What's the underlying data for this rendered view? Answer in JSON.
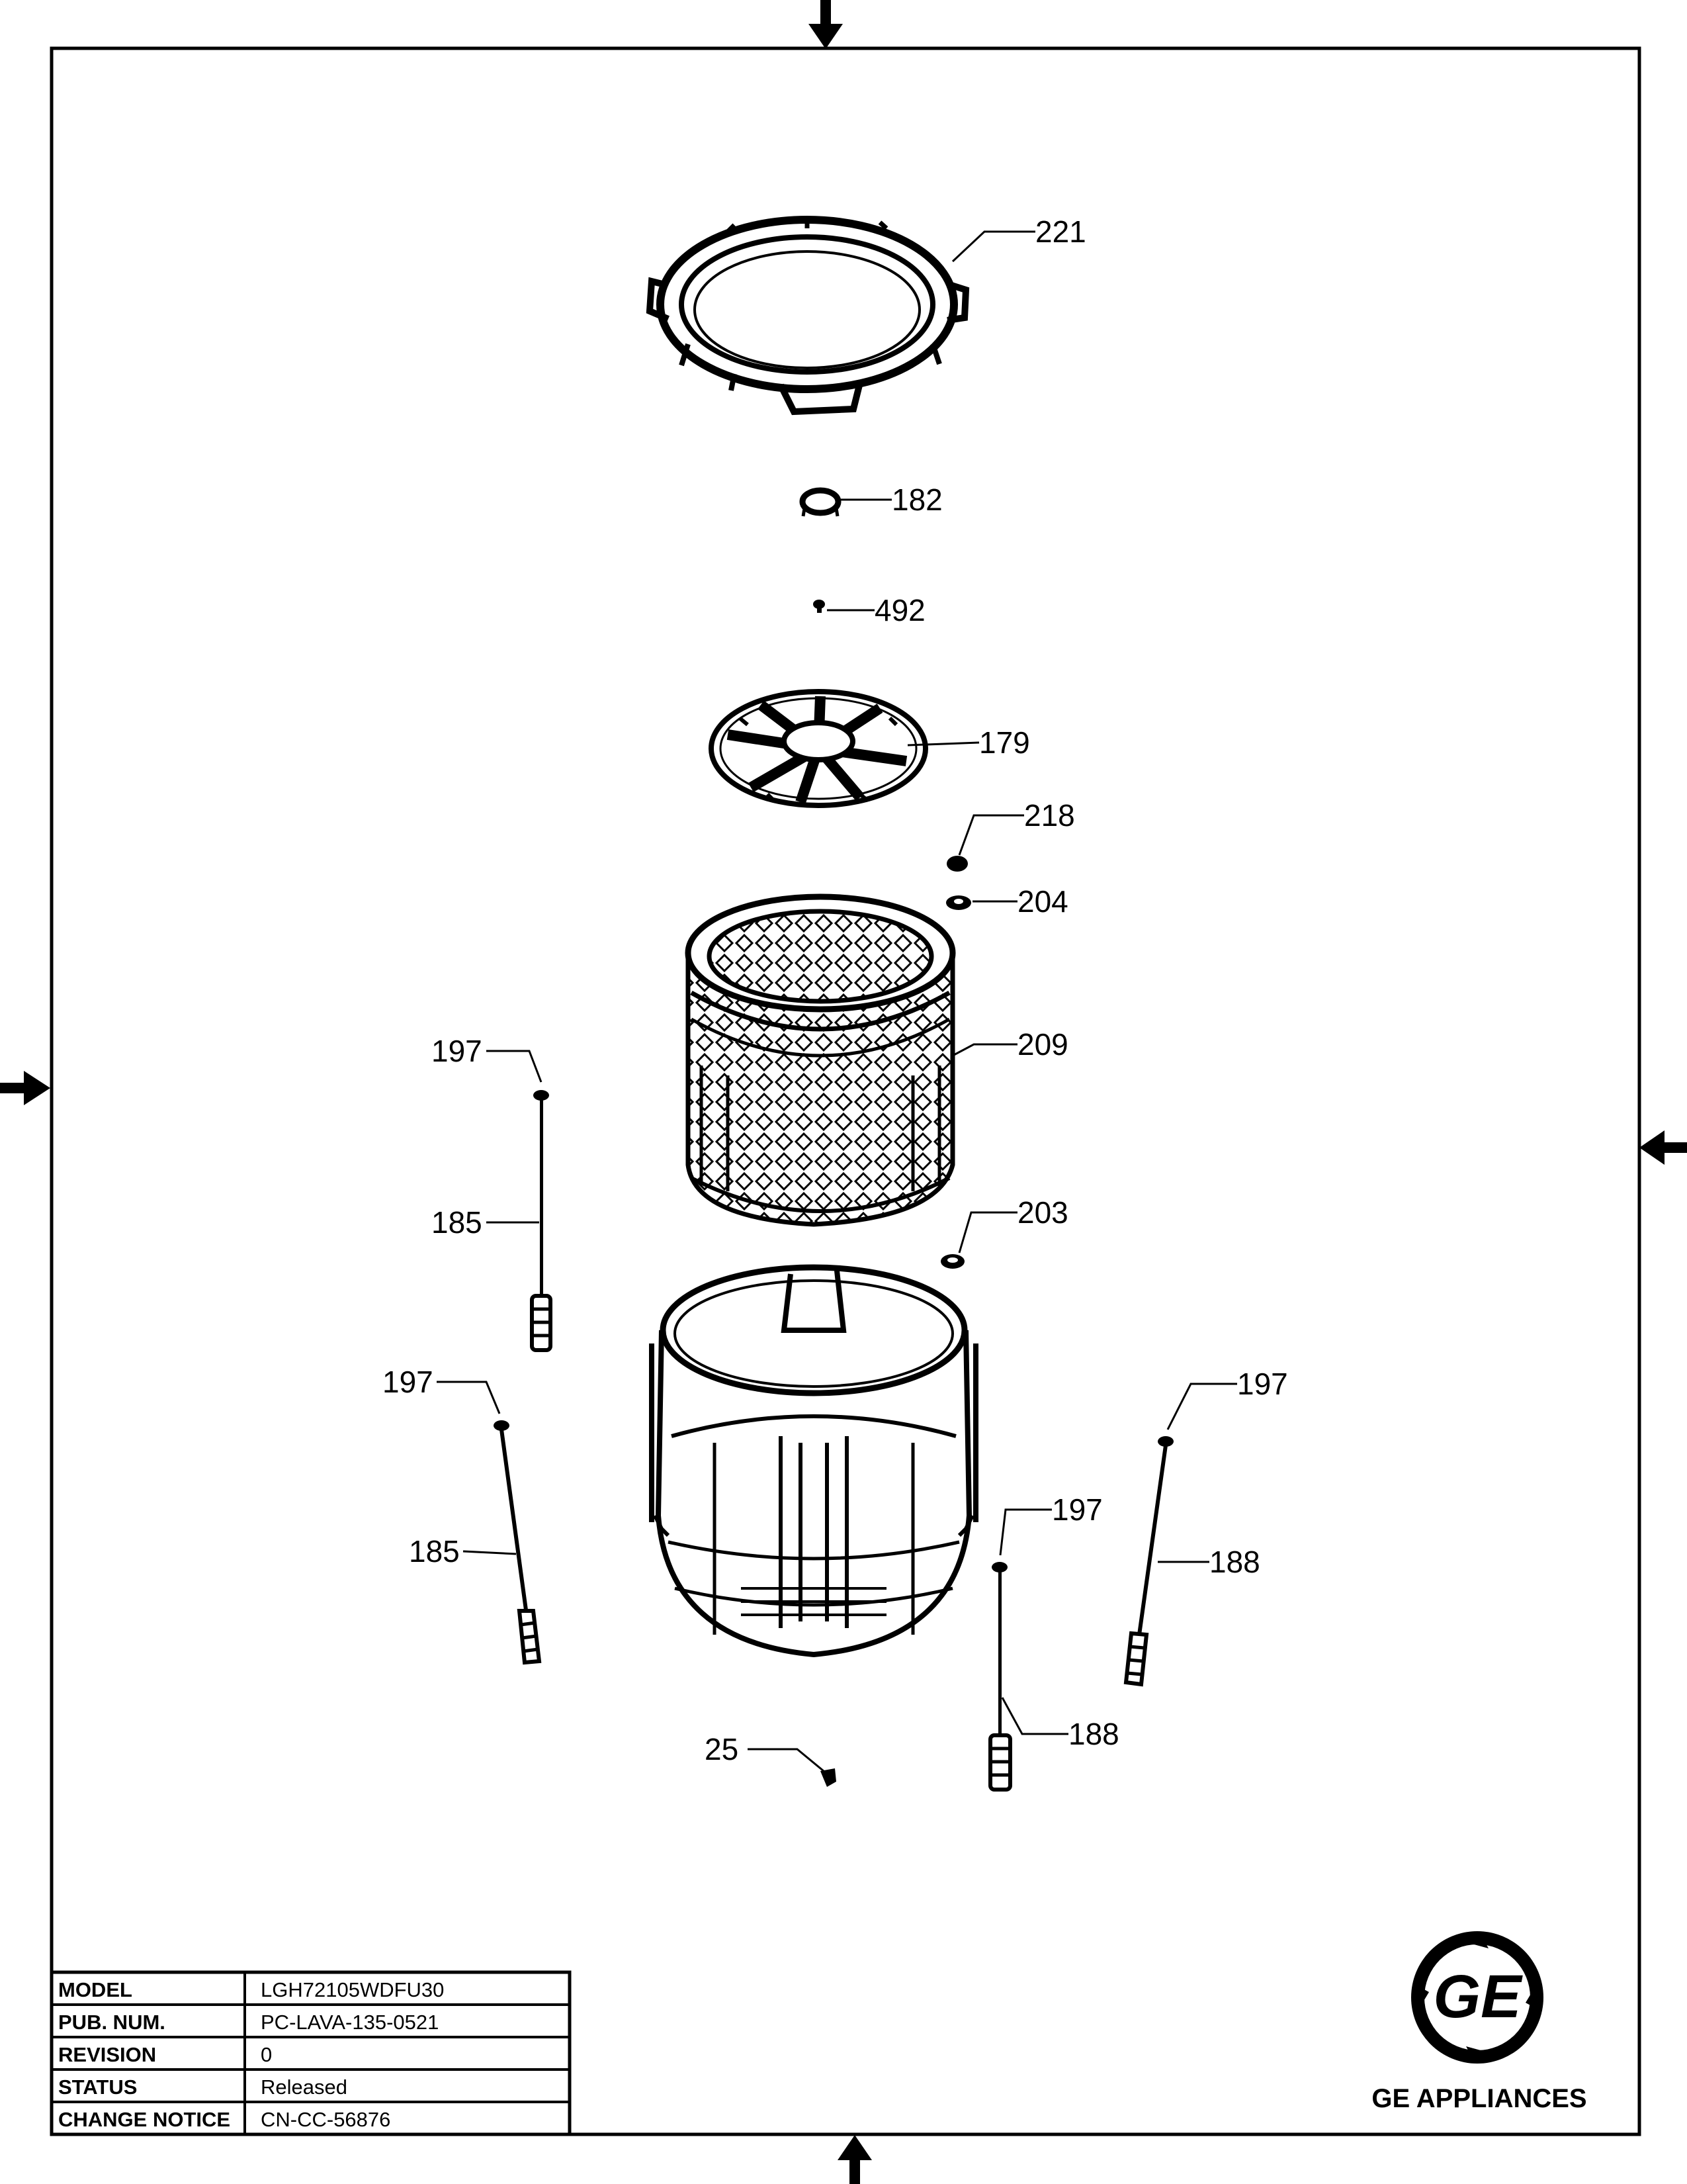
{
  "callouts": {
    "c221": "221",
    "c182": "182",
    "c492": "492",
    "c179": "179",
    "c218": "218",
    "c204": "204",
    "c209": "209",
    "c197a": "197",
    "c185a": "185",
    "c203": "203",
    "c197b": "197",
    "c185b": "185",
    "c197c": "197",
    "c188a": "188",
    "c197d": "197",
    "c188b": "188",
    "c25": "25"
  },
  "title_block": {
    "rows": [
      {
        "label": "MODEL",
        "value": "LGH72105WDFU30"
      },
      {
        "label": "PUB. NUM.",
        "value": "PC-LAVA-135-0521"
      },
      {
        "label": "REVISION",
        "value": "0"
      },
      {
        "label": "STATUS",
        "value": "Released"
      },
      {
        "label": "CHANGE NOTICE",
        "value": "CN-CC-56876"
      }
    ]
  },
  "brand": {
    "name": "GE APPLIANCES",
    "logo_text": "GE"
  }
}
